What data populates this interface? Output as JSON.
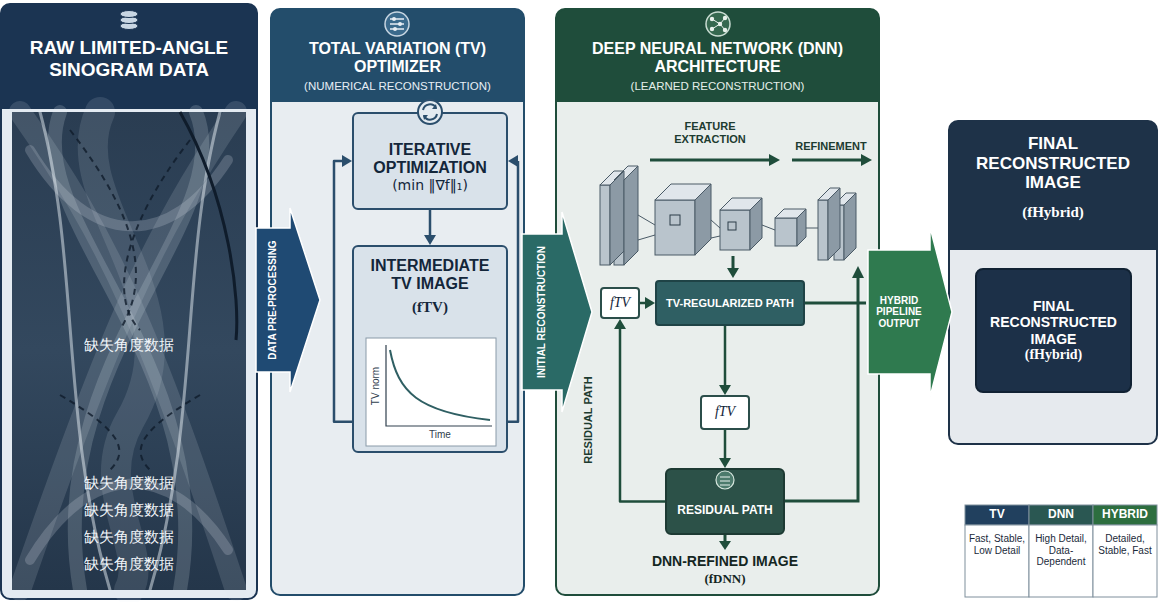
{
  "diagram": {
    "nodes": [
      {
        "text": [
          "RAW LIMITED-ANGLE SINOGRAM DATA",
          "缺失角度数据",
          "缺失角度数据",
          "缺失角度数据",
          "缺失角度数据",
          "缺失角度数据"
        ]
      },
      {
        "text": [
          "TOTAL VARIATION (TV) OPTIMIZER",
          "(NUMERICAL RECONSTRUCTION)"
        ]
      },
      {
        "text": [
          "ITERATIVE OPTIMIZATION",
          "(min ‖∇f‖₁)"
        ],
        "in": 1
      },
      {
        "text": [
          "INTERMEDIATE TV IMAGE",
          "(fTV)"
        ],
        "in": 1
      },
      {
        "text": [
          "DEEP NEURAL NETWORK (DNN) ARCHITECTURE",
          "(LEARNED RECONSTRUCTION)"
        ]
      },
      {
        "text": [
          "TV-REGULARIZED PATH"
        ],
        "in": 4
      },
      {
        "text": [
          "fTV"
        ],
        "in": 4
      },
      {
        "text": [
          "fTV"
        ],
        "in": 4
      },
      {
        "text": [
          "RESIDUAL PATH"
        ],
        "in": 4
      },
      {
        "text": [
          "FINAL RECONSTRUCTED IMAGE",
          "(fHybrid)"
        ]
      },
      {
        "text": [
          "FINAL RECONSTRUCTED IMAGE",
          "(fHybrid)"
        ],
        "in": 9
      }
    ],
    "edges": [
      {
        "from": 0,
        "to": 1,
        "arrow": "to",
        "label": "DATA PRE-PROCESSING"
      },
      {
        "from": 2,
        "to": 3,
        "arrow": "to"
      },
      {
        "from": 3,
        "to": 2,
        "arrow": "to"
      },
      {
        "from": 3,
        "to": 2,
        "arrow": "to"
      },
      {
        "from": 1,
        "to": 4,
        "arrow": "to",
        "label": "INITIAL RECONSTRUCTION"
      },
      {
        "from": 6,
        "to": 5,
        "arrow": "to"
      },
      {
        "from": 5,
        "to": 7,
        "arrow": "to"
      },
      {
        "from": 7,
        "to": 8,
        "arrow": "to"
      },
      {
        "from": 8,
        "to": 6,
        "arrow": "to"
      },
      {
        "from": 4,
        "to": 9,
        "arrow": "to",
        "label": "HYBRID PIPELINE OUTPUT"
      }
    ],
    "labels": [
      "FEATURE EXTRACTION",
      "REFINEMENT",
      "RESIDUAL PATH",
      "DNN-REFINED IMAGE",
      "(fDNN)",
      "TV norm",
      "Time",
      "TV",
      "DNN",
      "HYBRID",
      "Fast, Stable, Low Detail",
      "High Detail, Data-Dependent",
      "Detailed, Stable, Fast"
    ]
  }
}
